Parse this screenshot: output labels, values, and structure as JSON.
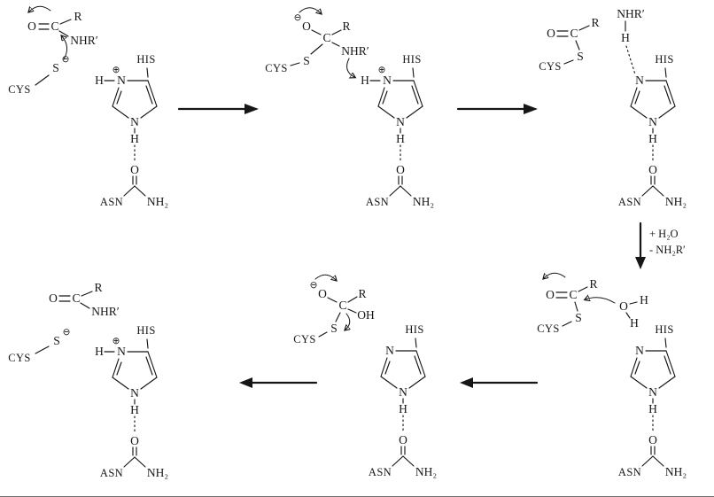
{
  "atoms": {
    "O": "O",
    "C": "C",
    "N": "N",
    "S": "S",
    "H": "H",
    "R": "R",
    "OH": "OH",
    "NH2": "NH₂",
    "NHR": "NHR′"
  },
  "residues": {
    "CYS": "CYS",
    "HIS": "HIS",
    "ASN": "ASN"
  },
  "charges": {
    "plus": "⊕",
    "minus": "⊖"
  },
  "step_labels": {
    "add_water": "+ H₂O",
    "lose_amine": "- NH₂R′"
  }
}
